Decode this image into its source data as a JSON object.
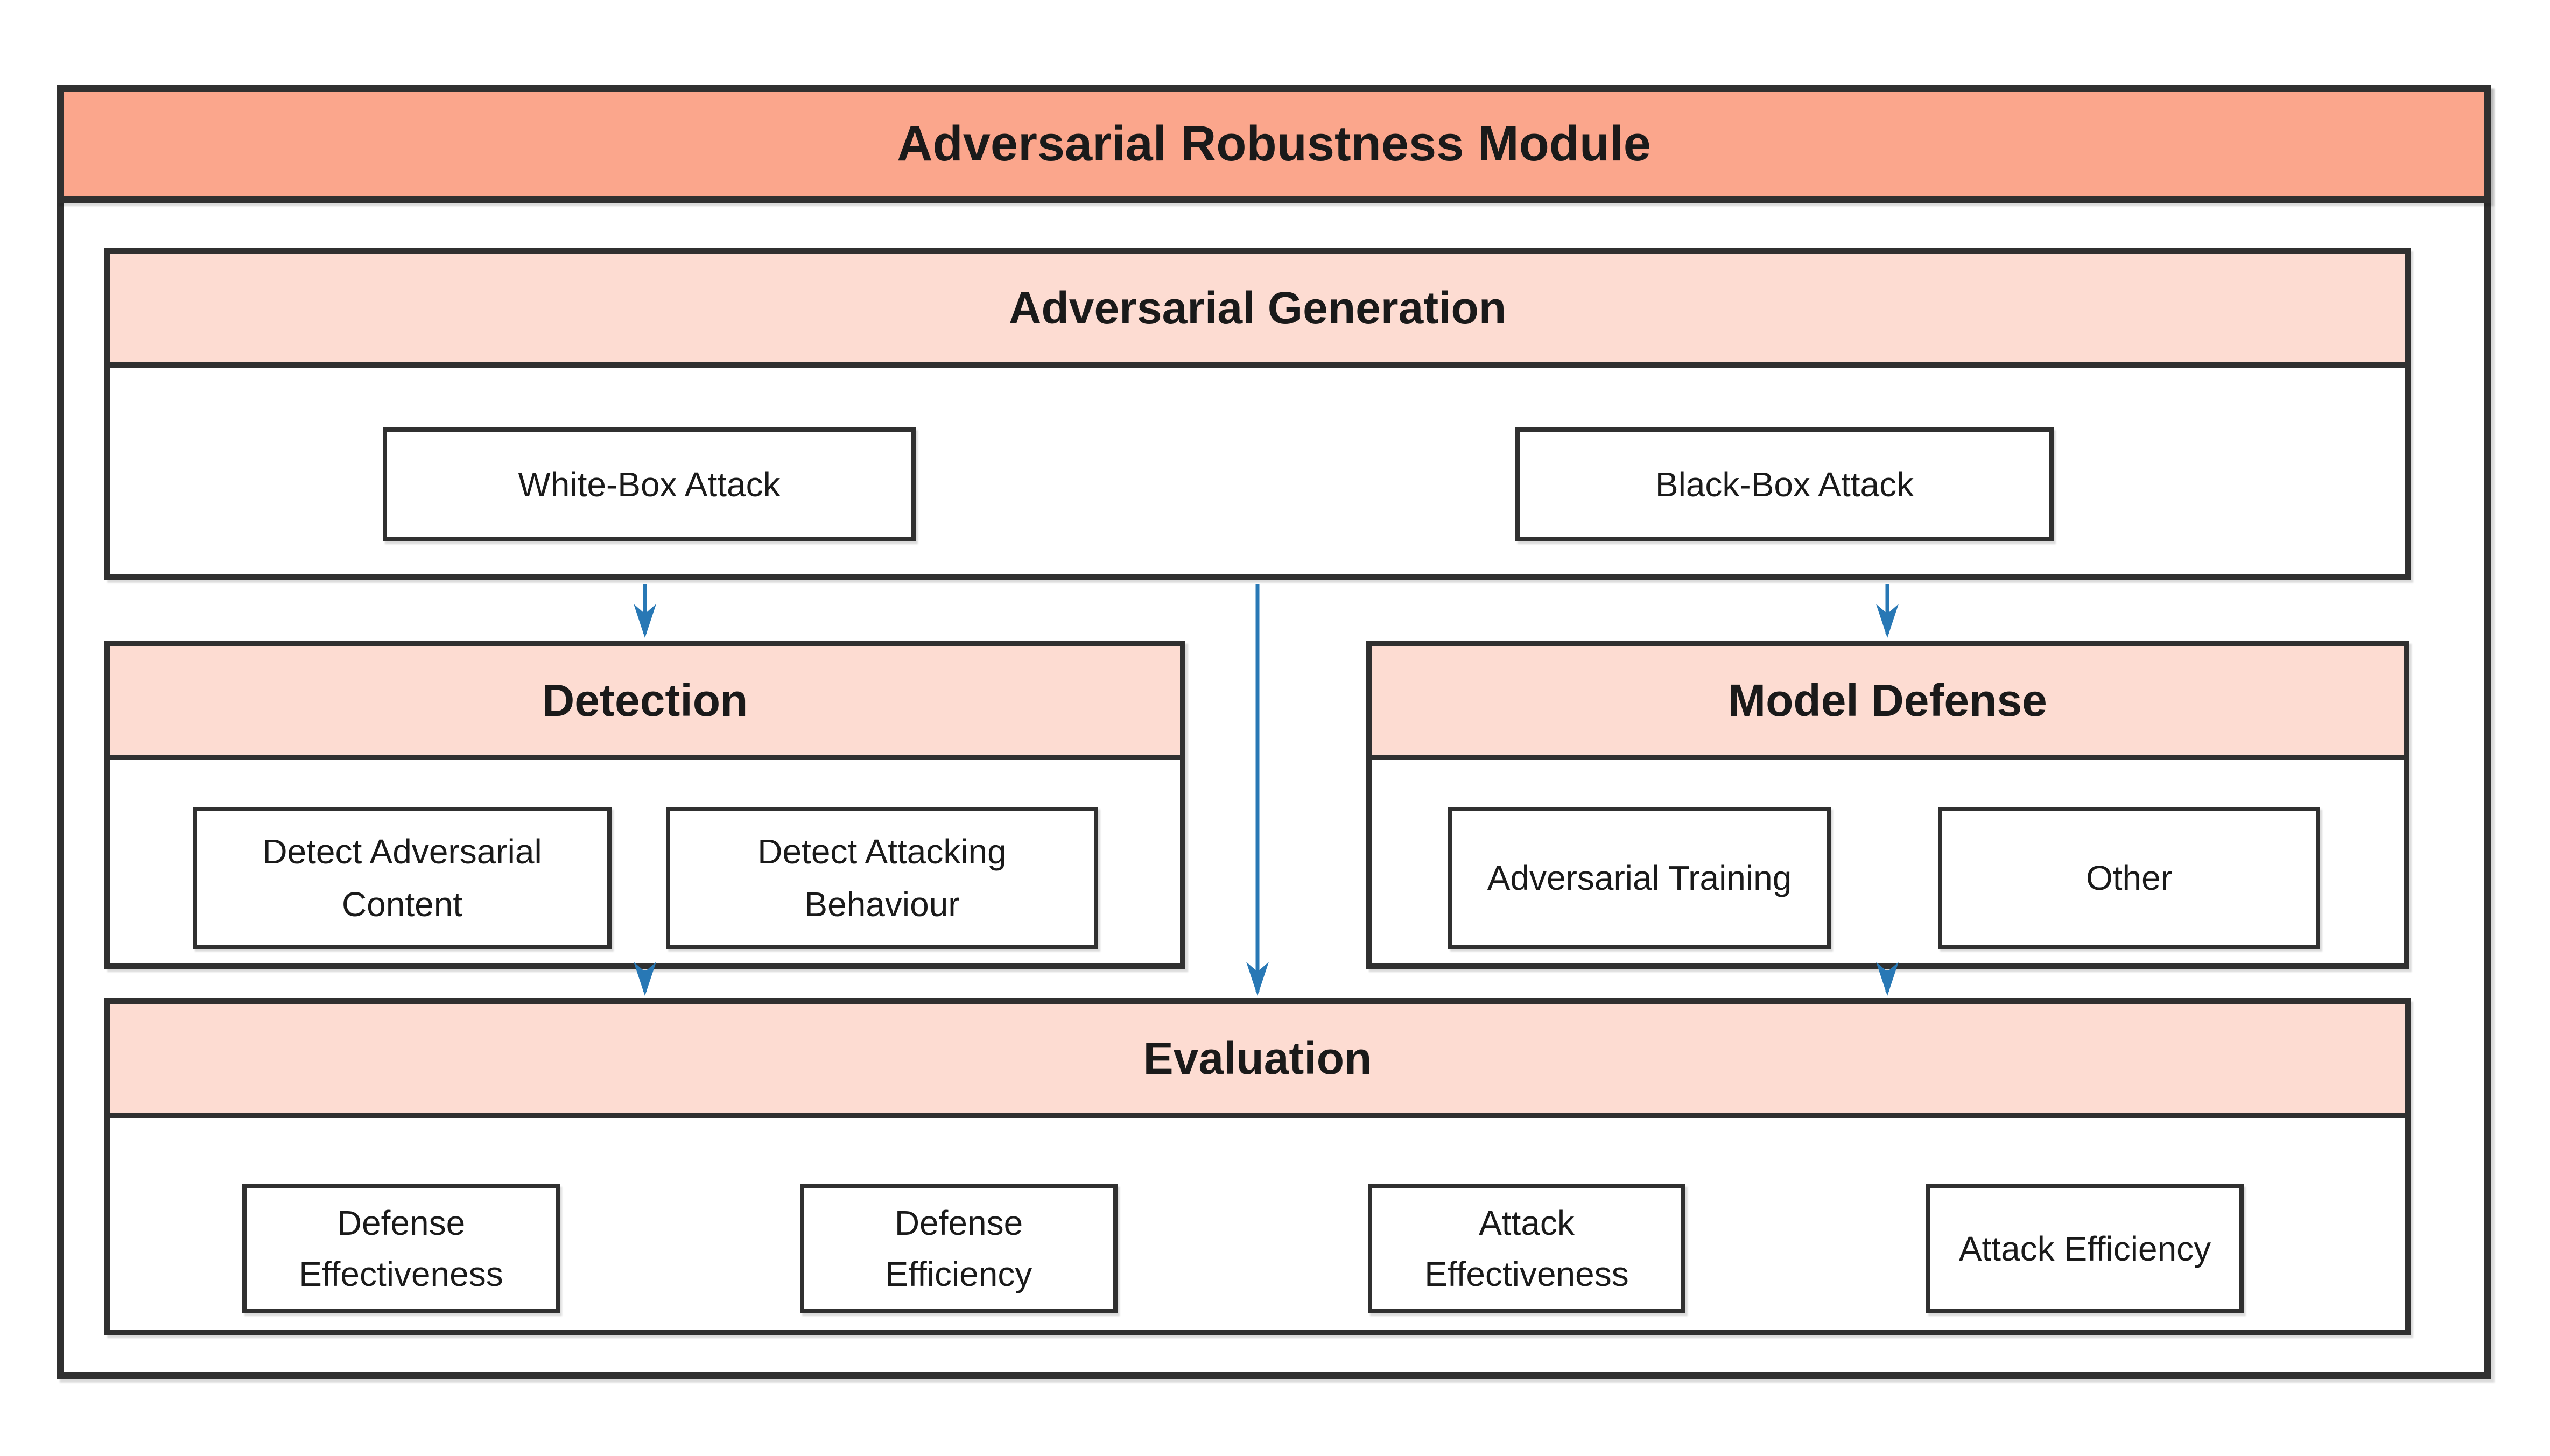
{
  "module": {
    "title": "Adversarial Robustness Module",
    "colors": {
      "title_bg": "#FBA68C",
      "section_header_bg": "#FDDCD2",
      "border": "#303030",
      "arrow": "#2878B5",
      "box_bg": "#FFFFFF",
      "text": "#1A1A1A"
    }
  },
  "sections": {
    "generation": {
      "title": "Adversarial Generation",
      "items": [
        {
          "label": "White-Box Attack"
        },
        {
          "label": "Black-Box Attack"
        }
      ]
    },
    "detection": {
      "title": "Detection",
      "items": [
        {
          "label": "Detect Adversarial Content"
        },
        {
          "label": "Detect Attacking Behaviour"
        }
      ]
    },
    "defense": {
      "title": "Model Defense",
      "items": [
        {
          "label": "Adversarial Training"
        },
        {
          "label": "Other"
        }
      ]
    },
    "evaluation": {
      "title": "Evaluation",
      "items": [
        {
          "label": "Defense Effectiveness"
        },
        {
          "label": "Defense Efficiency"
        },
        {
          "label": "Attack Effectiveness"
        },
        {
          "label": "Attack Efficiency"
        }
      ]
    }
  },
  "arrows": [
    {
      "from": "adversarial-generation",
      "to": "detection"
    },
    {
      "from": "adversarial-generation",
      "to": "evaluation"
    },
    {
      "from": "adversarial-generation",
      "to": "model-defense"
    },
    {
      "from": "detection",
      "to": "evaluation"
    },
    {
      "from": "model-defense",
      "to": "evaluation"
    }
  ]
}
